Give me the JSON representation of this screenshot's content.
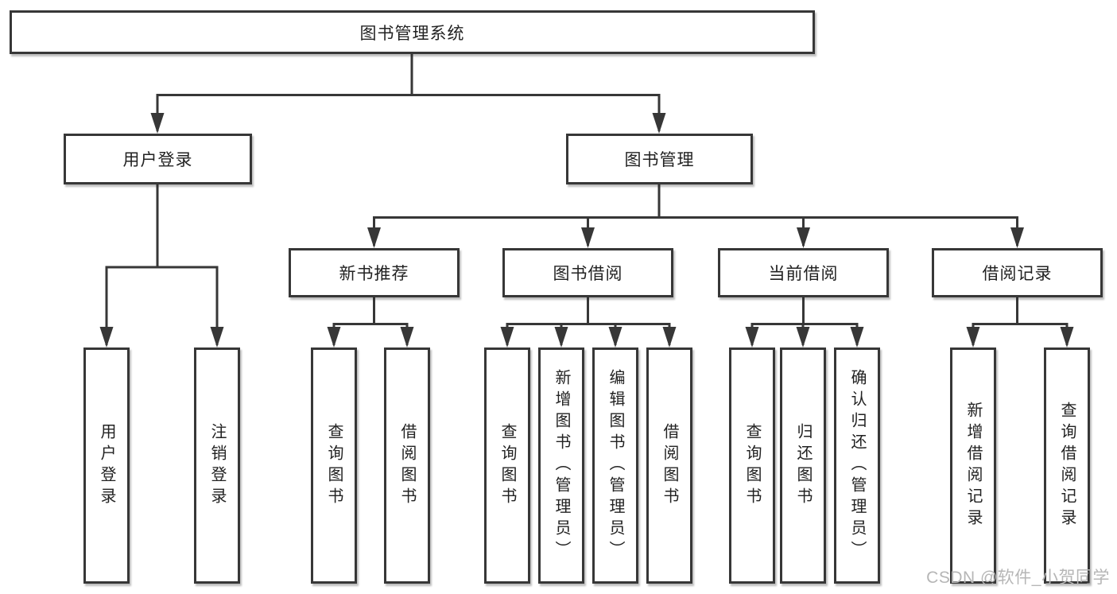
{
  "diagram": {
    "root": {
      "label": "图书管理系统"
    },
    "level2": [
      {
        "label": "用户登录"
      },
      {
        "label": "图书管理"
      }
    ],
    "level3": [
      {
        "label": "新书推荐"
      },
      {
        "label": "图书借阅"
      },
      {
        "label": "当前借阅"
      },
      {
        "label": "借阅记录"
      }
    ],
    "leaves": {
      "user_login": [
        "用户登录",
        "注销登录"
      ],
      "new_book_recommend": [
        "查询图书",
        "借阅图书"
      ],
      "book_borrow": [
        "查询图书",
        "新增图书（管理员）",
        "编辑图书（管理员）",
        "借阅图书"
      ],
      "current_borrow": [
        "查询图书",
        "归还图书",
        "确认归还（管理员）"
      ],
      "borrow_records": [
        "新增借阅记录",
        "查询借阅记录"
      ]
    }
  },
  "watermark": {
    "text": "CSDN @软件_小贺同学",
    "color": "#b6b6b6"
  },
  "colors": {
    "line": "#373737",
    "text": "#222222",
    "box_background": "#ffffff",
    "page_background": "#ffffff"
  }
}
